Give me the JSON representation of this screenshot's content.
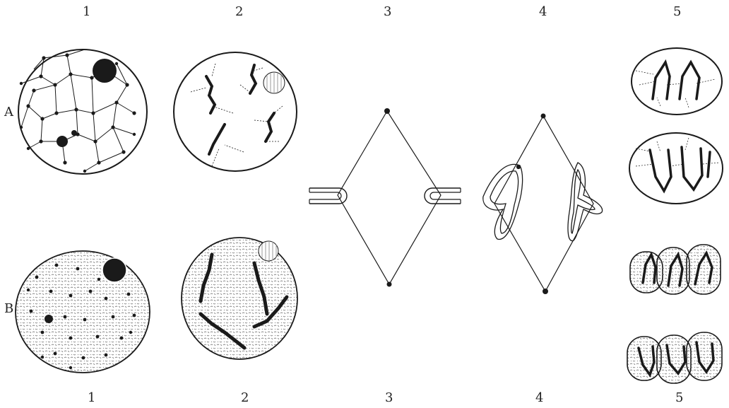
{
  "columns_top": [
    "1",
    "2",
    "3",
    "4",
    "5"
  ],
  "columns_bottom": [
    "1",
    "2",
    "3",
    "4",
    "5"
  ],
  "rows": [
    "A",
    "B"
  ],
  "colors": {
    "ink": "#1a1a1a",
    "stipple": "#6a6a6a",
    "nucleolus": "#9a9a9a",
    "paper": "#ffffff"
  }
}
